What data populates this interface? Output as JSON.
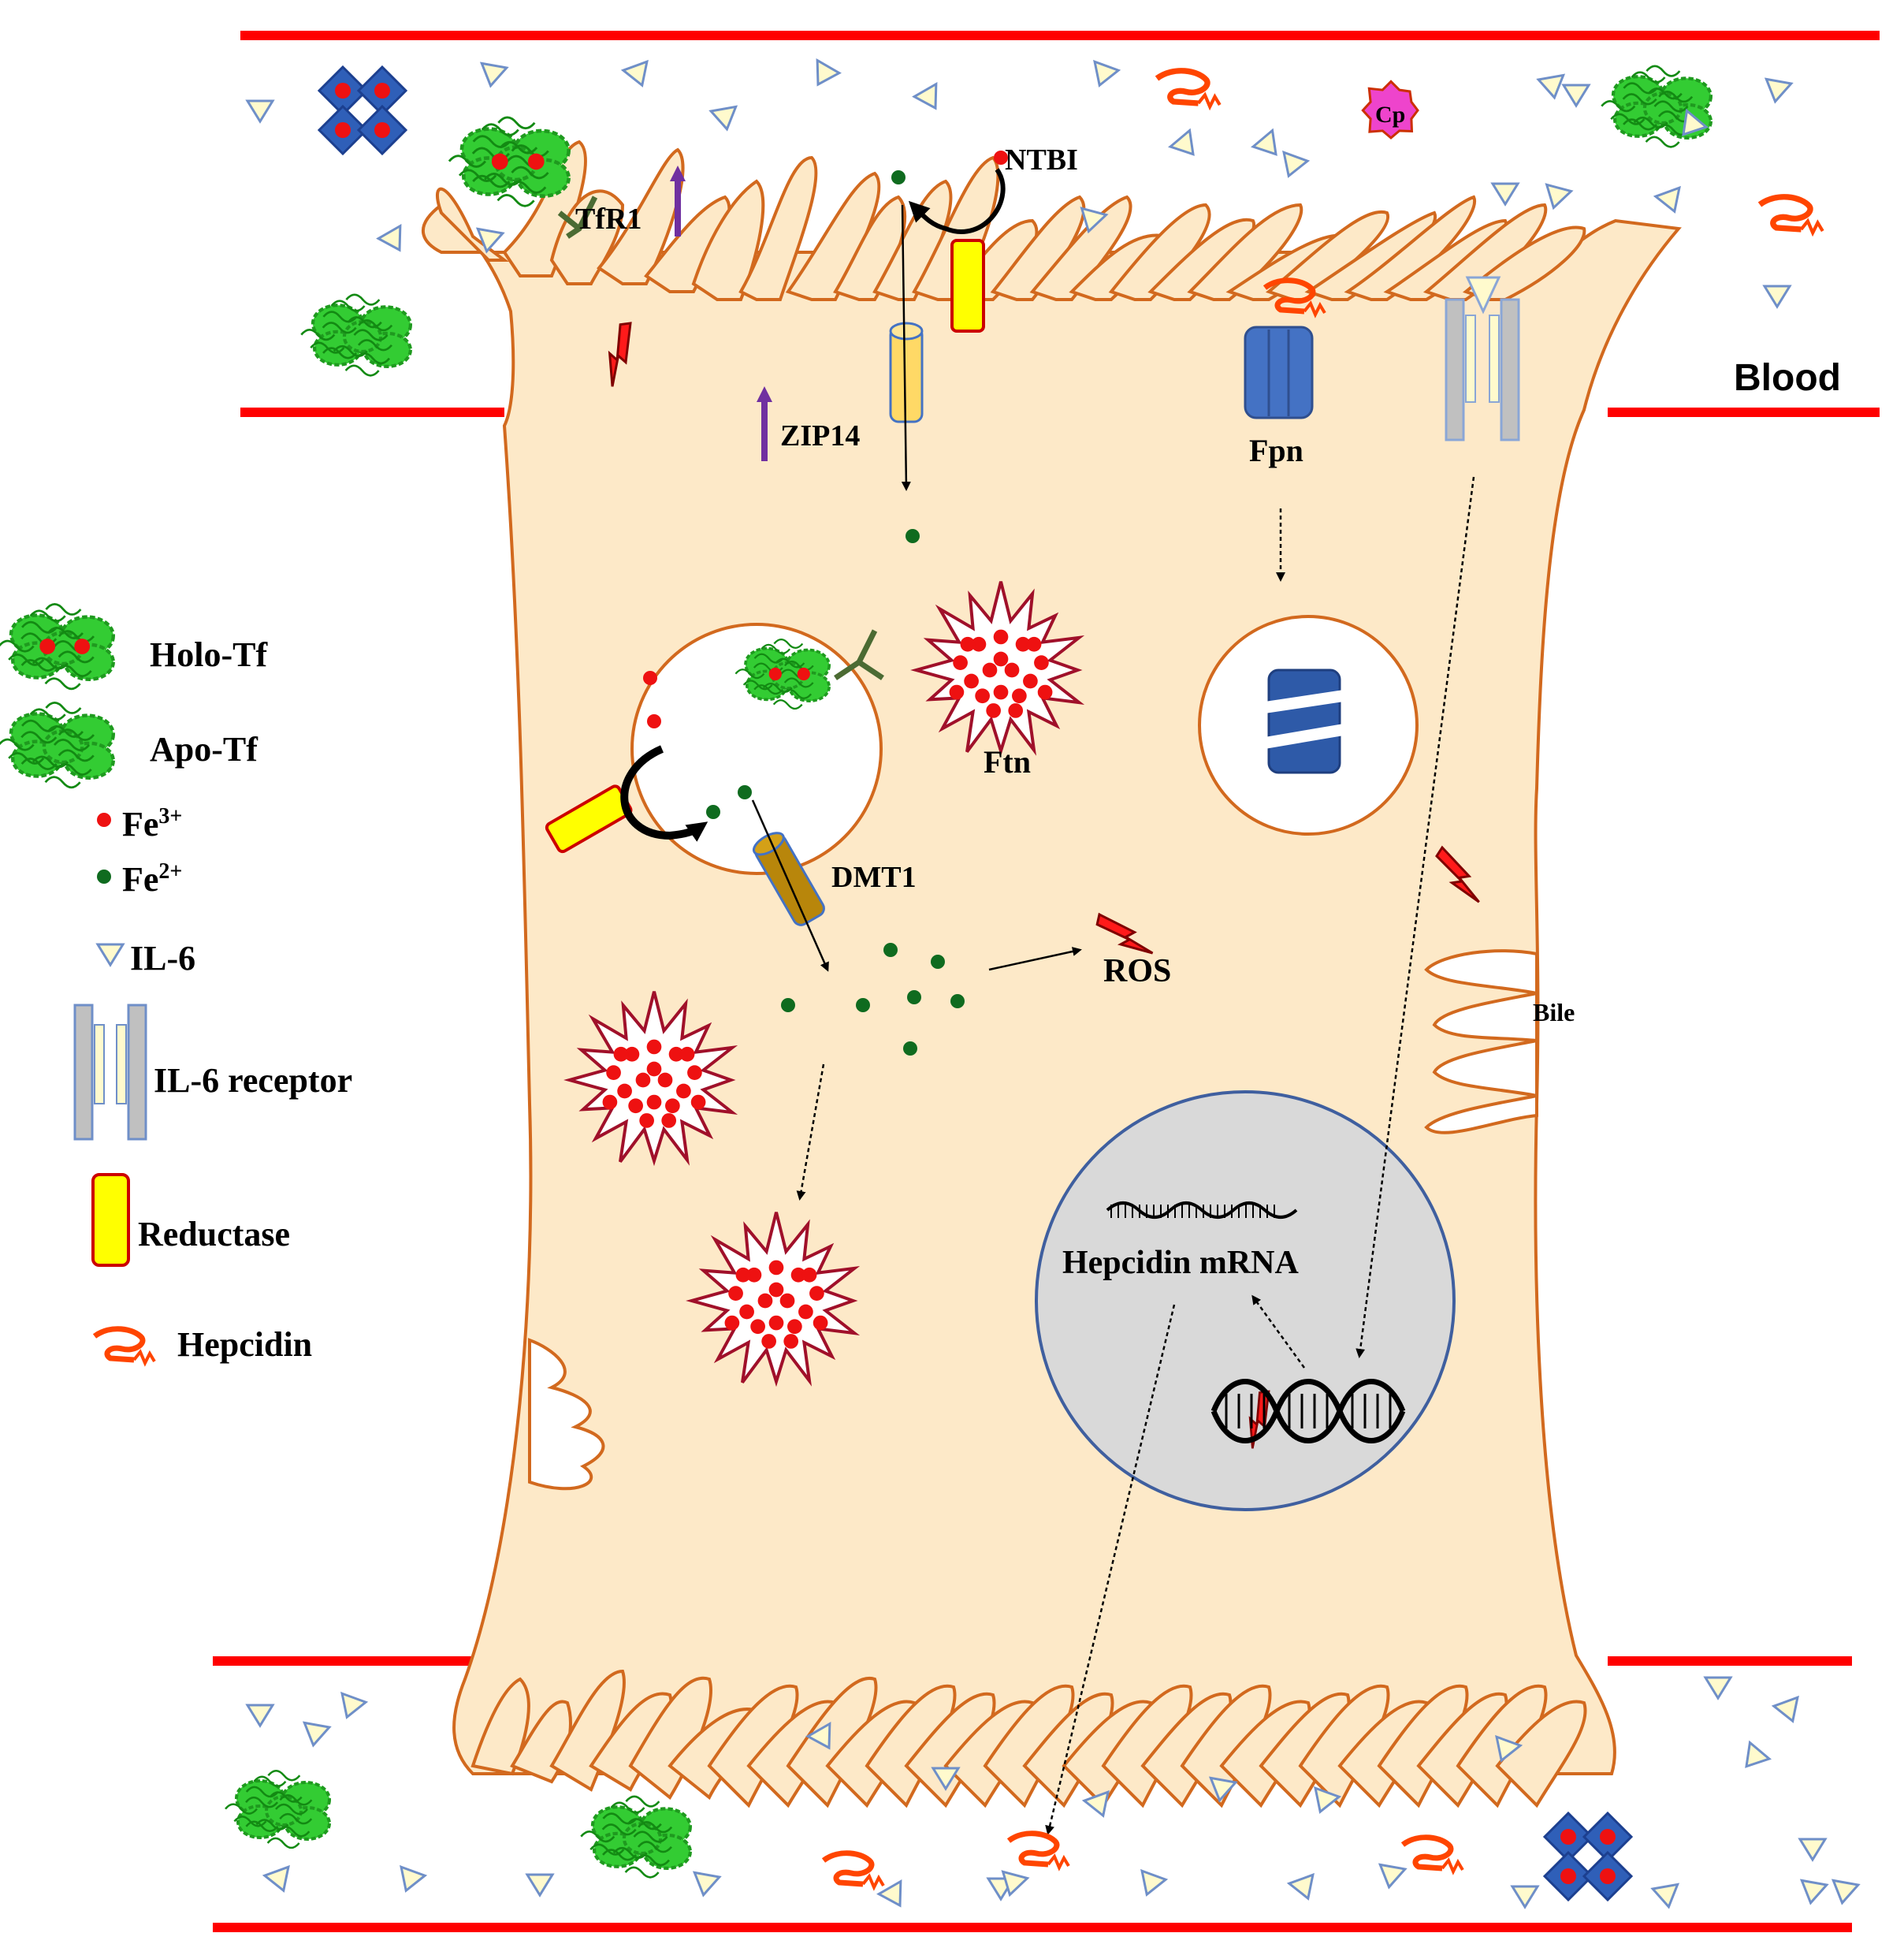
{
  "labels": {
    "tfr1": "TfR1",
    "ntbi": "NTBI",
    "zip14": "ZIP14",
    "fpn": "Fpn",
    "blood": "Blood",
    "ftn": "Ftn",
    "dmt1": "DMT1",
    "ros": "ROS",
    "bile": "Bile",
    "hepcidin_mrna": "Hepcidin mRNA",
    "cp": "Cp"
  },
  "legend": {
    "holo_tf": "Holo-Tf",
    "apo_tf": "Apo-Tf",
    "fe3_base": "Fe",
    "fe3_sup": "3+",
    "fe2_base": "Fe",
    "fe2_sup": "2+",
    "il6": "IL-6",
    "il6_receptor": "IL-6 receptor",
    "reductase": "Reductase",
    "hepcidin": "Hepcidin"
  },
  "colors": {
    "vessel_wall": "#ff0000",
    "cell_fill": "#fde9c8",
    "cell_outline": "#d2691e",
    "fe3": "#ee1111",
    "fe2": "#0f6b1f",
    "transferrin": "#33cc33",
    "reductase": "#ffff00",
    "up_arrow": "#7030a0",
    "fpn": "#4472c4",
    "nucleus": "#d9d9d9",
    "nucleus_border": "#3f5f9f",
    "hepcidin": "#ff4500",
    "il6": "#fffacd",
    "il6_border": "#6f8fc8",
    "receptor": "#c0c0c0",
    "cp": "#ee44cc",
    "dmt1": "#b8860b",
    "zip14": "#ffd966"
  },
  "icons": [
    "holo-transferrin-icon",
    "apo-transferrin-icon",
    "fe3-dot-icon",
    "fe2-dot-icon",
    "il6-triangle-icon",
    "il6-receptor-icon",
    "reductase-icon",
    "hepcidin-icon",
    "ferritin-icon",
    "ros-bolt-icon",
    "dna-icon",
    "mrna-icon",
    "ceruloplasmin-icon",
    "cell-outline"
  ]
}
